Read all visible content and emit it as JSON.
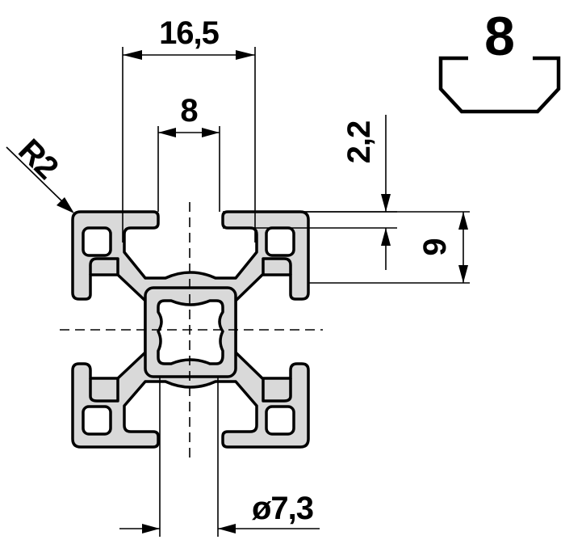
{
  "colors": {
    "profile_fill": "#d9d9d9",
    "line": "#000000",
    "background": "#ffffff"
  },
  "dimensions": {
    "slot_span": "16,5",
    "slot_width": "8",
    "lip_thickness": "2,2",
    "slot_depth": "9",
    "corner_radius": "R2",
    "core_bore": "ø7,3"
  },
  "badge": {
    "slot_size": "8"
  }
}
